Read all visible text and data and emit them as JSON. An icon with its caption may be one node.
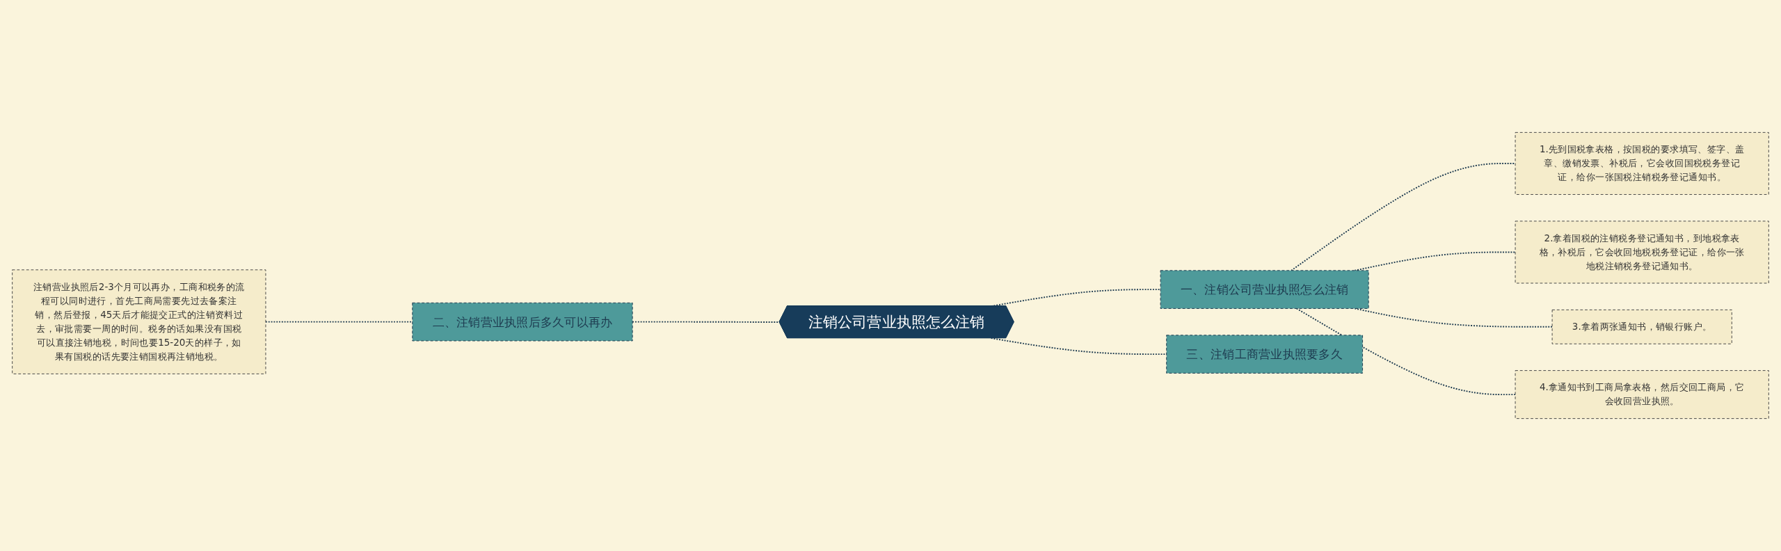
{
  "diagram": {
    "nodes": [
      {
        "text": [
          "注销公司营业执照怎么注销"
        ]
      },
      {
        "text": [
          "一、注销公司营业执照怎么注销"
        ]
      },
      {
        "text": [
          "1.先到国税拿表格，按国税的要求填写、签字、盖章、缴销发票、补税后，它会收回国税税务登记证，给你一张国税注销税务登记通知书。"
        ]
      },
      {
        "text": [
          "2.拿着国税的注销税务登记通知书，到地税拿表格，补税后，它会收回地税税务登记证，给你一张地税注销税务登记通知书。"
        ]
      },
      {
        "text": [
          "3.拿着两张通知书，销银行账户。"
        ]
      },
      {
        "text": [
          "4.拿通知书到工商局拿表格，然后交回工商局，它会收回营业执照。"
        ]
      },
      {
        "text": [
          "三、注销工商营业执照要多久"
        ]
      },
      {
        "text": [
          "二、注销营业执照后多久可以再办"
        ]
      },
      {
        "text": [
          "注销营业执照后2-3个月可以再办，工商和税务的流程可以同时进行，首先工商局需要先过去备案注销，然后登报，45天后才能提交正式的注销资料过去，审批需要一周的时间。税务的话如果没有国税可以直接注销地税，时间也要15-20天的样子，如果有国税的话先要注销国税再注销地税。"
        ]
      }
    ],
    "edges": [
      {
        "from": 0,
        "to": 1,
        "arrow": "none",
        "style": "dashed"
      },
      {
        "from": 1,
        "to": 2,
        "arrow": "none",
        "style": "dashed"
      },
      {
        "from": 1,
        "to": 3,
        "arrow": "none",
        "style": "dashed"
      },
      {
        "from": 1,
        "to": 4,
        "arrow": "none",
        "style": "dashed"
      },
      {
        "from": 1,
        "to": 5,
        "arrow": "none",
        "style": "dashed"
      },
      {
        "from": 0,
        "to": 6,
        "arrow": "none",
        "style": "dashed"
      },
      {
        "from": 7,
        "to": 0,
        "arrow": "none",
        "style": "dashed"
      },
      {
        "from": 8,
        "to": 7,
        "arrow": "none",
        "style": "dashed"
      }
    ]
  }
}
